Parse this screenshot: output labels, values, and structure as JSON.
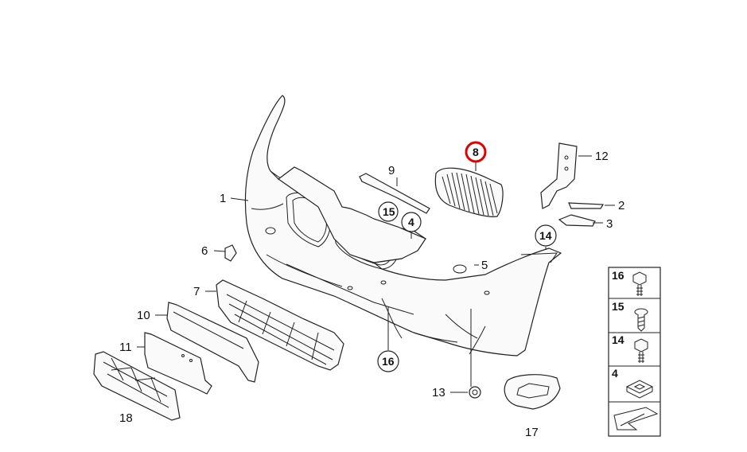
{
  "callouts": {
    "c1": "1",
    "c2": "2",
    "c3": "3",
    "c4": "4",
    "c5": "5",
    "c6": "6",
    "c7": "7",
    "c8": "8",
    "c9": "9",
    "c10": "10",
    "c11": "11",
    "c12": "12",
    "c13": "13",
    "c14": "14",
    "c15": "15",
    "c16": "16",
    "c17": "17",
    "c18": "18"
  },
  "legend": {
    "l16": "16",
    "l15": "15",
    "l14": "14",
    "l4": "4"
  },
  "highlight_color": "#e00000",
  "icons": [
    "bumper-cover",
    "kidney-grille",
    "fastener-nut",
    "screw",
    "clip",
    "arrow-icon"
  ]
}
